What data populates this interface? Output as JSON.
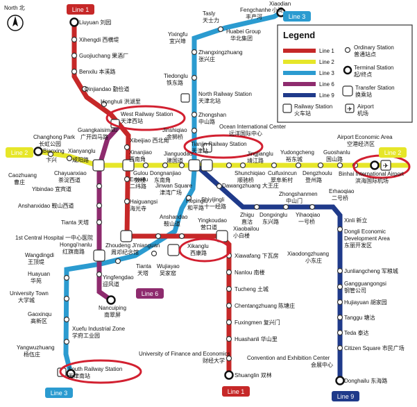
{
  "colors": {
    "line1": "#c62828",
    "line2": "#e6e629",
    "line3": "#2b9bd0",
    "line6": "#8e2b6e",
    "line9": "#1f3a8a",
    "highlight": "#d22030"
  },
  "compass": {
    "label": "North 北"
  },
  "line_tags": {
    "l1_top": "Line 1",
    "l1_bottom": "Line 1",
    "l2_left": "Line 2",
    "l2_right": "Line 2",
    "l3_top": "Line 3",
    "l3_bottom": "Line 3",
    "l6": "Line 6",
    "l9": "Line 9"
  },
  "legend": {
    "title": "Legend",
    "lines": [
      "Line 1",
      "Line 2",
      "Line 3",
      "Line 6",
      "Line 9"
    ],
    "ordinary": "Ordinary Station",
    "ordinary_cn": "普通站点",
    "terminal": "Terminal Station",
    "terminal_cn": "起/终点",
    "transfer": "Transfer Station",
    "transfer_cn": "换乘站",
    "railway": "Railway Station",
    "railway_cn": "火车站",
    "airport": "Airport",
    "airport_cn": "机场"
  },
  "stations": {
    "liuyuan": "Liuyuan 刘园",
    "xihengdi": "Xihengdi 西横堤",
    "guojiuchang": "Guojiuchang 果酒厂",
    "benxilu": "Benxilu 本溪路",
    "qinjiandao": "Qinjiandao 勤俭道",
    "honghuli": "Honghuli 洪湖里",
    "west_rs": "West Railway Station",
    "west_rs_cn": "天津西站",
    "changhong": "Changhong Park",
    "changhong_cn": "长虹公园",
    "guangkaisimalu": "Guangkaisimalu",
    "guangkaisimalu_cn": "广开四马路",
    "xibeijiao": "Xibeijiao 西北角",
    "bianxing": "Bianxing",
    "bianxing_cn": "卞兴",
    "xianyanglu": "Xianyanglu",
    "xianyanglu_cn": "咸阳路",
    "chayuanxiao": "Chayuanxiao",
    "chayuanxiao_cn": "茶淀西道",
    "caozhuang": "Caozhuang",
    "caozhuang_cn": "曹庄",
    "yibindao": "Yibindao 宜宾道",
    "anshanxidao": "Anshanxidao 鞍山西道",
    "tianta": "Tianta 天塔",
    "central_hosp": "1st Central Hospital 一中心医院",
    "hongqinanlu": "Hongqi'nanlu",
    "hongqinanlu_cn": "红旗南路",
    "wangdingdi": "Wangdingdi",
    "wangdingdi_cn": "王顶堤",
    "huayuan": "Huayuan",
    "huayuan_cn": "华苑",
    "univ_town": "University Town",
    "univ_town_cn": "大学城",
    "gaoxinqu": "Gaoxinqu",
    "gaoxinqu_cn": "高新区",
    "xuefu": "Xuefu Industrial Zone",
    "xuefu_cn": "学府工业园",
    "yangwuzhuang": "Yangwuzhuang",
    "yangwuzhuang_cn": "杨伍庄",
    "south_rs": "South Railway Station",
    "south_rs_cn": "天津南站",
    "zhoudeng": "Zhoudeng Ji'nianguan",
    "zhoudeng_cn": "周邓纪念馆",
    "yingfengdao": "Yingfengdao",
    "yingfengdao_cn": "迎风道",
    "nancuiping": "Nancuiping",
    "nancuiping_cn": "南翠屏",
    "tianta2": "Tianta",
    "tianta2_cn": "天塔",
    "wujiayao": "Wujiayao",
    "wujiayao_cn": "吴家窑",
    "xinanjiao": "Xinanjiao",
    "xinanjiao_cn": "西南角",
    "gulou": "Gulou",
    "gulou_cn": "鼓楼",
    "dongnanjiao": "Dongnanjiao",
    "dongnanjiao_cn": "东南角",
    "jinwan": "Jinwan Square",
    "jinwan_cn": "津湾广场",
    "jianguodao": "Jianguodao",
    "jianguodao_cn": "建国道",
    "erweilu": "Erweilu",
    "erweilu_cn": "二纬路",
    "haiguangsi": "Haiguangsi",
    "haiguangsi_cn": "海光寺",
    "anshandao": "Anshandao",
    "anshandao_cn": "鞍山道",
    "hepinglu": "Hepinglu",
    "hepinglu_cn": "和平路",
    "yingkoudao": "Yingkoudao",
    "yingkoudao_cn": "营口道",
    "xiaobailou": "Xiaobailou",
    "xiaobailou_cn": "小白楼",
    "xikanglu": "Xikanglu",
    "xikanglu_cn": "西康路",
    "xiawafang": "Xiawafang 下瓦房",
    "nanlou": "Nanlou 南楼",
    "tucheng": "Tucheng 土城",
    "chentangzhuang": "Chentangzhuang 陈塘庄",
    "fuxingmen": "Fuxingmen 复兴门",
    "huashanli": "Huashanli 华山里",
    "shuanglin": "Shuanglin 双林",
    "univ_finance": "University of Finance and Economics",
    "univ_finance_cn": "财经大学",
    "tasly": "Tasly",
    "tasly_cn": "天士力",
    "fengchanhe": "Fengchanhe",
    "fengchanhe_cn": "丰产河",
    "xiaodian": "Xiaodian",
    "xiaodian_cn": "小淀",
    "huabei": "Huabei Group",
    "huabei_cn": "华北集团",
    "yixingfu": "Yixingfu",
    "yixingfu_cn": "宜兴埠",
    "zhangxingzhuang": "Zhangxingzhuang",
    "zhangxingzhuang_cn": "张兴庄",
    "tiedonglu": "Tiedonglu",
    "tiedonglu_cn": "铁东路",
    "north_rs": "North Railway Station",
    "north_rs_cn": "天津北站",
    "zhongshan": "Zhongshan",
    "zhongshan_cn": "中山路",
    "jinshiqiao": "Jinshiqiao",
    "jinshiqiao_cn": "金狮桥",
    "ocean_center": "Ocean International Center",
    "ocean_center_cn": "远洋国际中心",
    "tianjin_rs": "Tianjin Railway Station",
    "tianjin_rs_cn": "天津站",
    "jingjianglu": "Jingjianglu",
    "jingjianglu_cn": "靖江路",
    "shunchiqiao": "Shunchiqiao",
    "shunchiqiao_cn": "顺驰桥",
    "cuifuxincun": "Cuifuxincun",
    "cuifuxincun_cn": "翠阜新村",
    "yudongcheng": "Yudongcheng",
    "yudongcheng_cn": "裕东城",
    "dengzhoulu": "Dengzhoulu",
    "dengzhoulu_cn": "登州路",
    "guoshanlu": "Guoshanlu",
    "guoshanlu_cn": "国山路",
    "airport_area": "Airport Economic Area",
    "airport_area_cn": "空港经济区",
    "binhai_airport": "Binhai International Airport",
    "binhai_airport_cn": "滨海国际机场",
    "dawangzhuang": "Dawangzhuang 大王庄",
    "shiyijingli": "Shiyijingli",
    "shiyijingli_cn": "十一经路",
    "zhongshanmen": "Zhongshanmen",
    "zhongshanmen_cn": "中山门",
    "erhaoqiao": "Erhaoqiao",
    "erhaoqiao_cn": "二号桥",
    "zhigu": "Zhigu",
    "zhigu_cn": "直沽",
    "dongxinglu": "Dongxinglu",
    "dongxinglu_cn": "东兴路",
    "yihaoqiao": "Yihaoqiao",
    "yihaoqiao_cn": "一号桥",
    "xiaodongzhuang": "Xiaodongzhuang",
    "xiaodongzhuang_cn": "小东庄",
    "xinli": "Xinli 新立",
    "dongli_eco": "Dongli Economic",
    "dongli_eco2": "Development Area",
    "dongli_eco_cn": "东丽开发区",
    "junliangcheng": "Junliangcheng 军粮城",
    "gangguan": "Gangguangongsi",
    "gangguan_cn": "钢管公司",
    "hujiayuan": "Hujiayuan 胡家园",
    "tanggu": "Tanggu 塘沽",
    "teda": "Teda 泰达",
    "citizen_sq": "Citizen Square 市民广场",
    "convention": "Convention and Exhibition Center",
    "convention_cn": "会展中心",
    "donghailu": "Donghailu 东海路"
  }
}
